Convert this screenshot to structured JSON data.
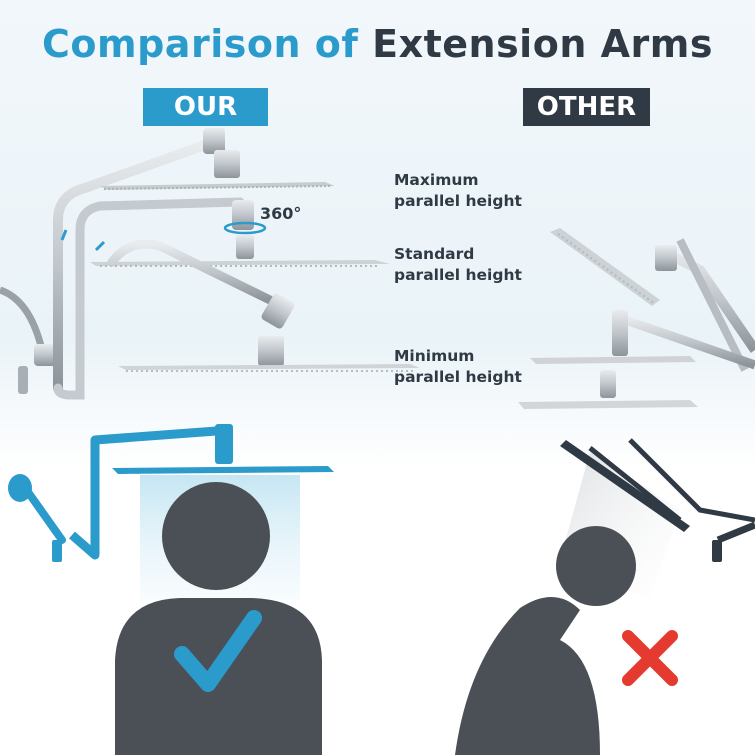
{
  "title": {
    "part1": "Comparison of",
    "part2": "Extension Arms"
  },
  "badges": {
    "ours": "OUR",
    "other": "OTHER"
  },
  "heights": {
    "maximum": {
      "line1": "Maximum",
      "line2": "parallel height"
    },
    "standard": {
      "line1": "Standard",
      "line2": "parallel height"
    },
    "minimum": {
      "line1": "Minimum",
      "line2": "parallel height"
    }
  },
  "rotation_label": "360°",
  "colors": {
    "accent": "#2b9bcc",
    "dark": "#2f3a44",
    "figure": "#4a5056",
    "cross": "#e43a2f"
  },
  "icons": {
    "good": "check-icon",
    "bad": "cross-icon",
    "rotation": "rotation-arrows-icon"
  }
}
